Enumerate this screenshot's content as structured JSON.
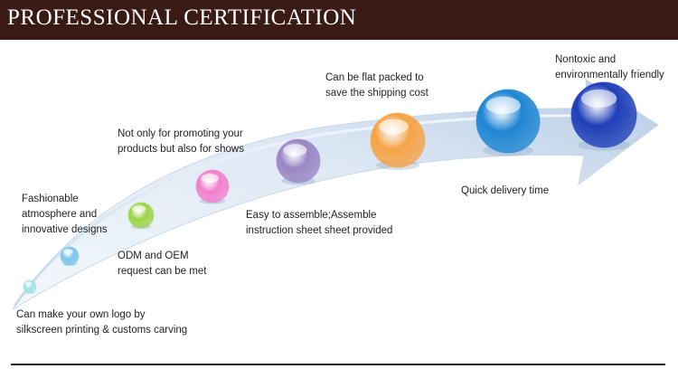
{
  "header": {
    "title": "PROFESSIONAL CERTIFICATION"
  },
  "colors": {
    "header_bg": "#3a1a15",
    "arrow_light": "#dfe9f5",
    "arrow_dark": "#a9c2dd"
  },
  "features": [
    {
      "text": "Can make your own logo by\nsilkscreen printing & customs carving",
      "color": "#9fe3e8"
    },
    {
      "text": "Fashionable\natmosphere and\ninnovative designs",
      "color": "#7cc6ee"
    },
    {
      "text": "ODM and OEM\nrequest can be met",
      "color": "#9ed54a"
    },
    {
      "text": "Not only for promoting your\nproducts but also for shows",
      "color": "#f27fcb"
    },
    {
      "text": "Easy to assemble;Assemble\ninstruction sheet sheet provided",
      "color": "#9a86c4"
    },
    {
      "text": "Can be flat packed to\nsave the shipping cost",
      "color": "#f7a347"
    },
    {
      "text": "Quick delivery time",
      "color": "#1f86d2"
    },
    {
      "text": "Nontoxic and\nenvironmentally friendly",
      "color": "#1f3fb8"
    }
  ]
}
